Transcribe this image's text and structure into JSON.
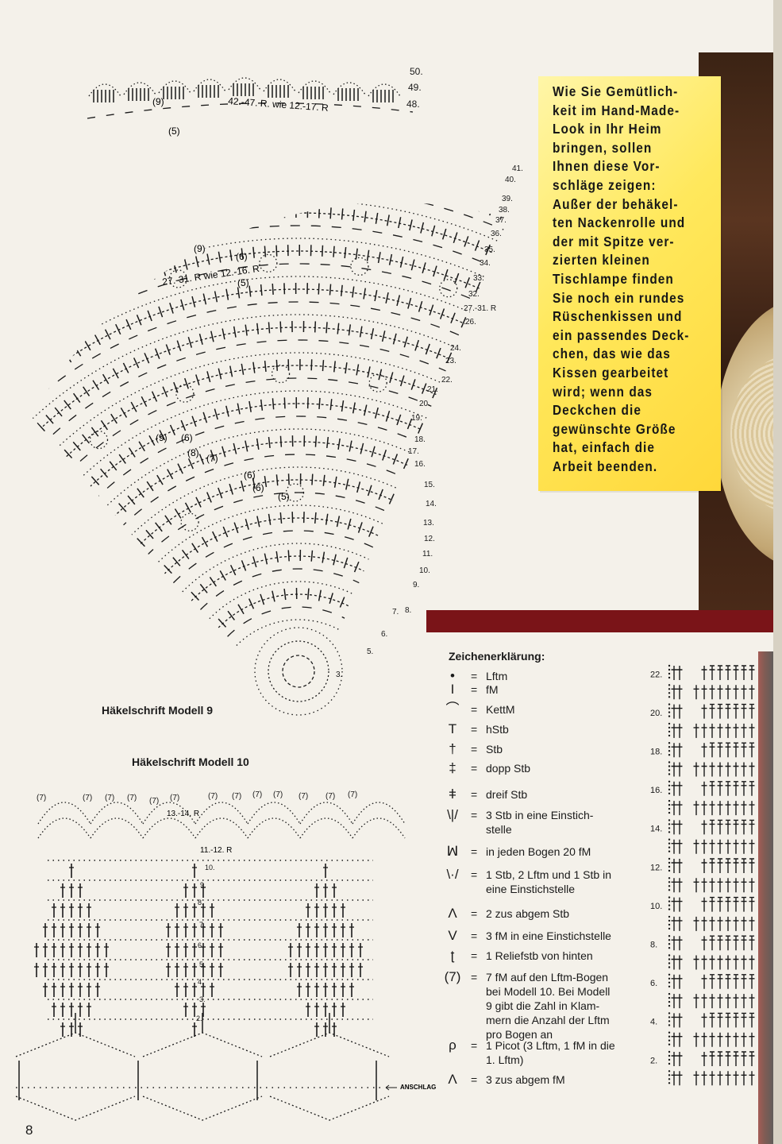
{
  "intro": {
    "text": "Wie Sie Gemütlich-\nkeit im Hand-Made-\nLook in Ihr Heim\nbringen, sollen\nIhnen diese Vor-\nschläge zeigen:\nAußer der behäkel-\nten Nackenrolle und\nder mit Spitze ver-\nzierten kleinen\nTischlampe finden\nSie noch ein rundes\nRüschenkissen und\nein passendes Deck-\nchen, das wie das\nKissen gearbeitet\nwird; wenn das\nDeckchen die\ngewünschte Größe\nhat, einfach die\nArbeit beenden."
  },
  "diagram9": {
    "caption": "Häkelschrift Modell 9",
    "repeat_labels": [
      "42.-47. R. wie 12.-17. R",
      "27.-31. R wie 12.-16. R"
    ],
    "row_numbers": [
      "50.",
      "49.",
      "48.",
      "41.",
      "40.",
      "39.",
      "38.",
      "37.",
      "36.",
      "35.",
      "34.",
      "33.",
      "32.",
      "27.-31. R",
      "26.",
      "24.",
      "23.",
      "22.",
      "21.",
      "20.",
      "19.",
      "18.",
      "17.",
      "16.",
      "15.",
      "14.",
      "13.",
      "12.",
      "11.",
      "10.",
      "9.",
      "8.",
      "7.",
      "6.",
      "5.",
      "3."
    ],
    "bracket_labels": [
      "(9)",
      "(5)",
      "(9)",
      "(6)",
      "(5)",
      "(9)",
      "(6)",
      "(8)",
      "(7)",
      "(6)",
      "(5)",
      "(6)"
    ]
  },
  "diagram10": {
    "caption": "Häkelschrift Modell 10",
    "repeat_labels": [
      "13.-14. R",
      "11.-12. R"
    ],
    "row_numbers": [
      "10.",
      "9.",
      "8.",
      "7.",
      "6.",
      "5.",
      "4.",
      "3.",
      "2."
    ],
    "picot_counts": [
      "(7)",
      "(7)",
      "(7)",
      "(7)",
      "(7)",
      "(7)",
      "(7)",
      "(7)",
      "(7)",
      "(7)",
      "(7)",
      "(7)",
      "(7)"
    ],
    "anschlag_label": "ANSCHLAG"
  },
  "diagram_right": {
    "row_numbers": [
      "22.",
      "20.",
      "18.",
      "16.",
      "14.",
      "12.",
      "10.",
      "8.",
      "6.",
      "4.",
      "2."
    ]
  },
  "legend": {
    "title": "Zeichenerklärung:",
    "items": [
      {
        "symbol": "•",
        "text": "Lftm"
      },
      {
        "symbol": "I",
        "text": "fM"
      },
      {
        "symbol": "⌒",
        "text": "KettM"
      },
      {
        "symbol": "T",
        "text": "hStb"
      },
      {
        "symbol": "†",
        "text": "Stb"
      },
      {
        "symbol": "‡",
        "text": "dopp Stb"
      },
      {
        "symbol": "ǂ",
        "text": "dreif Stb"
      },
      {
        "symbol": "\\|/",
        "text": "3 Stb in eine Einstich-\nstelle"
      },
      {
        "symbol": "ꟽ",
        "text": "in jeden Bogen 20 fM"
      },
      {
        "symbol": "\\·/",
        "text": "1 Stb, 2 Lftm und 1 Stb in\neine Einstichstelle"
      },
      {
        "symbol": "Λ",
        "text": "2 zus abgem Stb"
      },
      {
        "symbol": "V",
        "text": "3 fM in eine Einstichstelle"
      },
      {
        "symbol": "ʈ",
        "text": "1 Reliefstb von hinten"
      },
      {
        "symbol": "(7)",
        "text": "7 fM auf den Lftm-Bogen\nbei Modell 10. Bei Modell\n9 gibt die Zahl in Klam-\nmern die Anzahl der Lftm\npro Bogen an"
      },
      {
        "symbol": "ρ",
        "text": "1 Picot (3 Lftm, 1 fM in die\n1. Lftm)"
      },
      {
        "symbol": "Λ",
        "text": "3 zus abgem fM"
      }
    ]
  },
  "page_number": "8",
  "colors": {
    "intro_yellow": "#ffe85c",
    "red_bar": "#7a1418",
    "photo_brown": "#3b2314"
  }
}
